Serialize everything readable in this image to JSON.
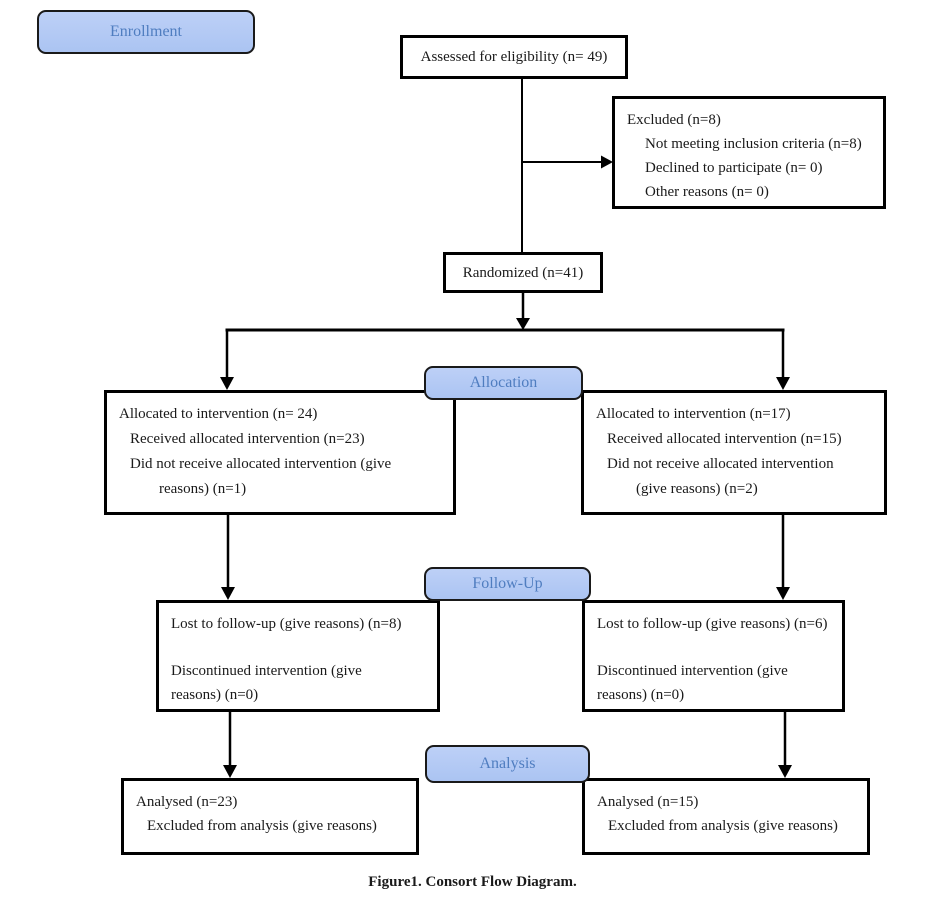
{
  "diagram": {
    "caption": "Figure1. Consort Flow Diagram.",
    "stage_labels": {
      "enrollment": "Enrollment",
      "allocation": "Allocation",
      "followup": "Follow-Up",
      "analysis": "Analysis"
    },
    "boxes": {
      "assessed": {
        "text": "Assessed for eligibility (n= 49)"
      },
      "excluded": {
        "lines": [
          "Excluded (n=8)",
          "Not meeting inclusion criteria (n=8)",
          "Declined to participate (n= 0)",
          "Other reasons (n= 0)"
        ]
      },
      "randomized": {
        "text": "Randomized (n=41)"
      },
      "allocation_left": {
        "lines": [
          "Allocated to intervention (n= 24)",
          "Received allocated intervention (n=23)",
          "Did not receive allocated intervention (give",
          "reasons) (n=1)"
        ]
      },
      "allocation_right": {
        "lines": [
          "Allocated to intervention (n=17)",
          "Received allocated intervention (n=15)",
          "Did not receive allocated intervention",
          "(give reasons) (n=2)"
        ]
      },
      "followup_left": {
        "lines": [
          "Lost to follow-up (give reasons) (n=8)",
          "Discontinued intervention (give",
          "reasons) (n=0)"
        ]
      },
      "followup_right": {
        "lines": [
          "Lost to follow-up (give reasons) (n=6)",
          "Discontinued intervention (give",
          "reasons) (n=0)"
        ]
      },
      "analysis_left": {
        "lines": [
          "Analysed (n=23)",
          "Excluded from analysis (give reasons)"
        ]
      },
      "analysis_right": {
        "lines": [
          "Analysed (n=15)",
          "Excluded from analysis (give reasons)"
        ]
      }
    },
    "colors": {
      "stage_fill": "#abc4f2",
      "stage_fill_light": "#bdd0f7",
      "stage_text": "#4f7dc0",
      "line_color": "#000000"
    }
  }
}
